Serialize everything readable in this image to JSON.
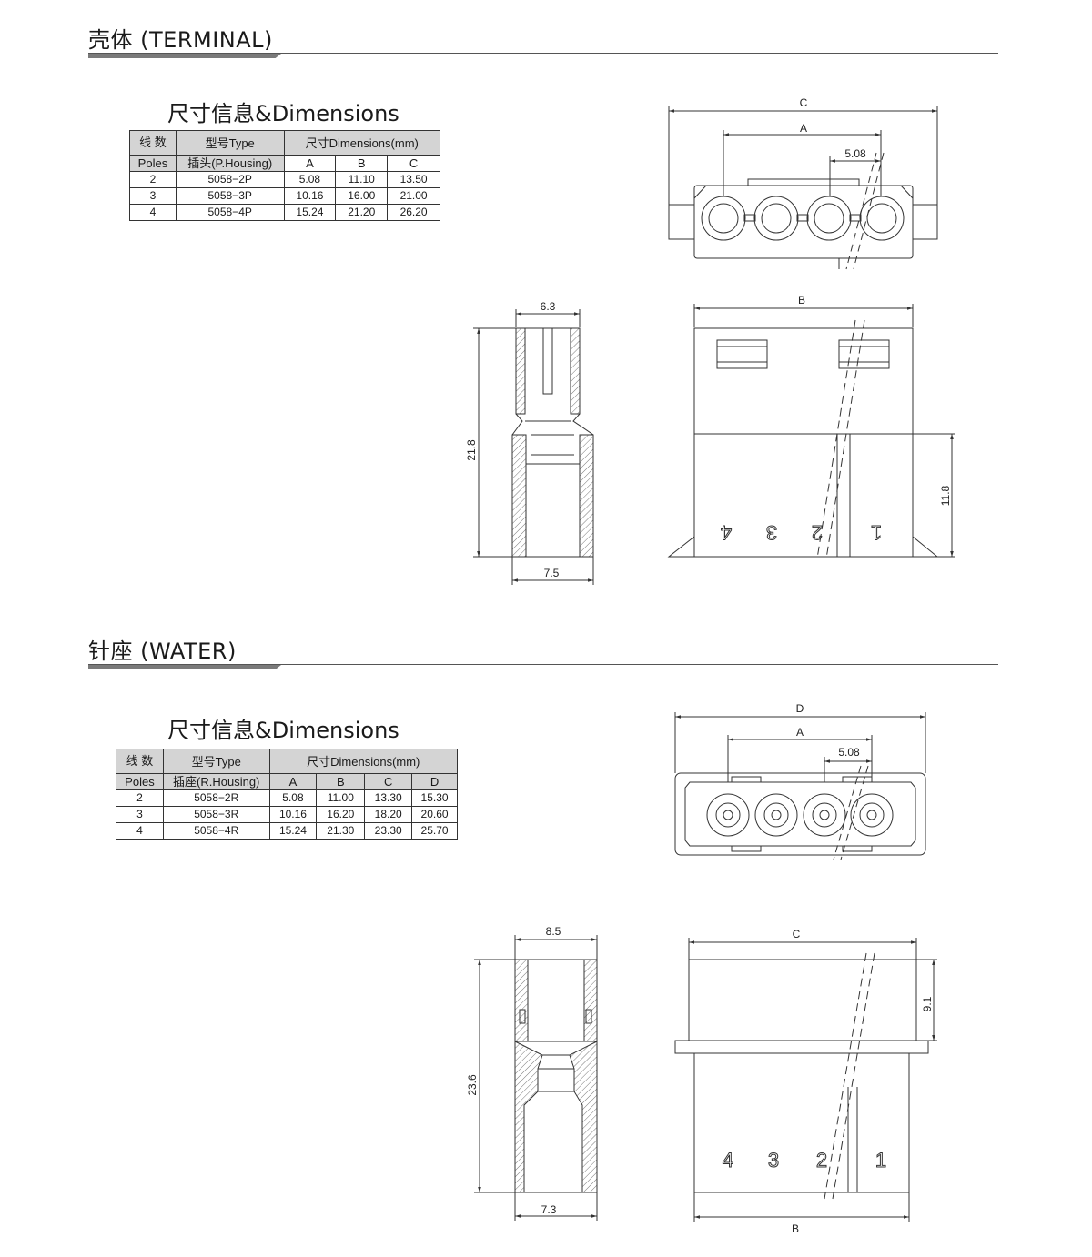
{
  "terminal": {
    "title": "壳体  (TERMINAL)",
    "dim_heading": "尺寸信息&Dimensions",
    "table": {
      "poles_header_cn": "线 数",
      "poles_header_en": "Poles",
      "type_header": "型号Type",
      "housing_header": "插头(P.Housing)",
      "dim_header": "尺寸Dimensions(mm)",
      "dim_cols": [
        "A",
        "B",
        "C"
      ],
      "rows": [
        {
          "poles": "2",
          "type": "5058−2P",
          "a": "5.08",
          "b": "11.10",
          "c": "13.50"
        },
        {
          "poles": "3",
          "type": "5058−3P",
          "a": "10.16",
          "b": "16.00",
          "c": "21.00"
        },
        {
          "poles": "4",
          "type": "5058−4P",
          "a": "15.24",
          "b": "21.20",
          "c": "26.20"
        }
      ]
    },
    "drawing_labels": {
      "c": "C",
      "a": "A",
      "pitch": "5.08",
      "b": "B",
      "w_top": "6.3",
      "h_side": "21.8",
      "w_bottom": "7.5",
      "h_right": "11.8",
      "pin_4": "4",
      "pin_3": "3",
      "pin_2": "2",
      "pin_1": "1"
    }
  },
  "water": {
    "title": "针座  (WATER)",
    "dim_heading": "尺寸信息&Dimensions",
    "table": {
      "poles_header_cn": "线 数",
      "poles_header_en": "Poles",
      "type_header": "型号Type",
      "housing_header": "插座(R.Housing)",
      "dim_header": "尺寸Dimensions(mm)",
      "dim_cols": [
        "A",
        "B",
        "C",
        "D"
      ],
      "rows": [
        {
          "poles": "2",
          "type": "5058−2R",
          "a": "5.08",
          "b": "11.00",
          "c": "13.30",
          "d": "15.30"
        },
        {
          "poles": "3",
          "type": "5058−3R",
          "a": "10.16",
          "b": "16.20",
          "c": "18.20",
          "d": "20.60"
        },
        {
          "poles": "4",
          "type": "5058−4R",
          "a": "15.24",
          "b": "21.30",
          "c": "23.30",
          "d": "25.70"
        }
      ]
    },
    "drawing_labels": {
      "d": "D",
      "a": "A",
      "pitch": "5.08",
      "c": "C",
      "b": "B",
      "w_top": "8.5",
      "h_side": "23.6",
      "w_bottom": "7.3",
      "h_right": "9.1",
      "pin_4": "4",
      "pin_3": "3",
      "pin_2": "2",
      "pin_1": "1"
    }
  }
}
